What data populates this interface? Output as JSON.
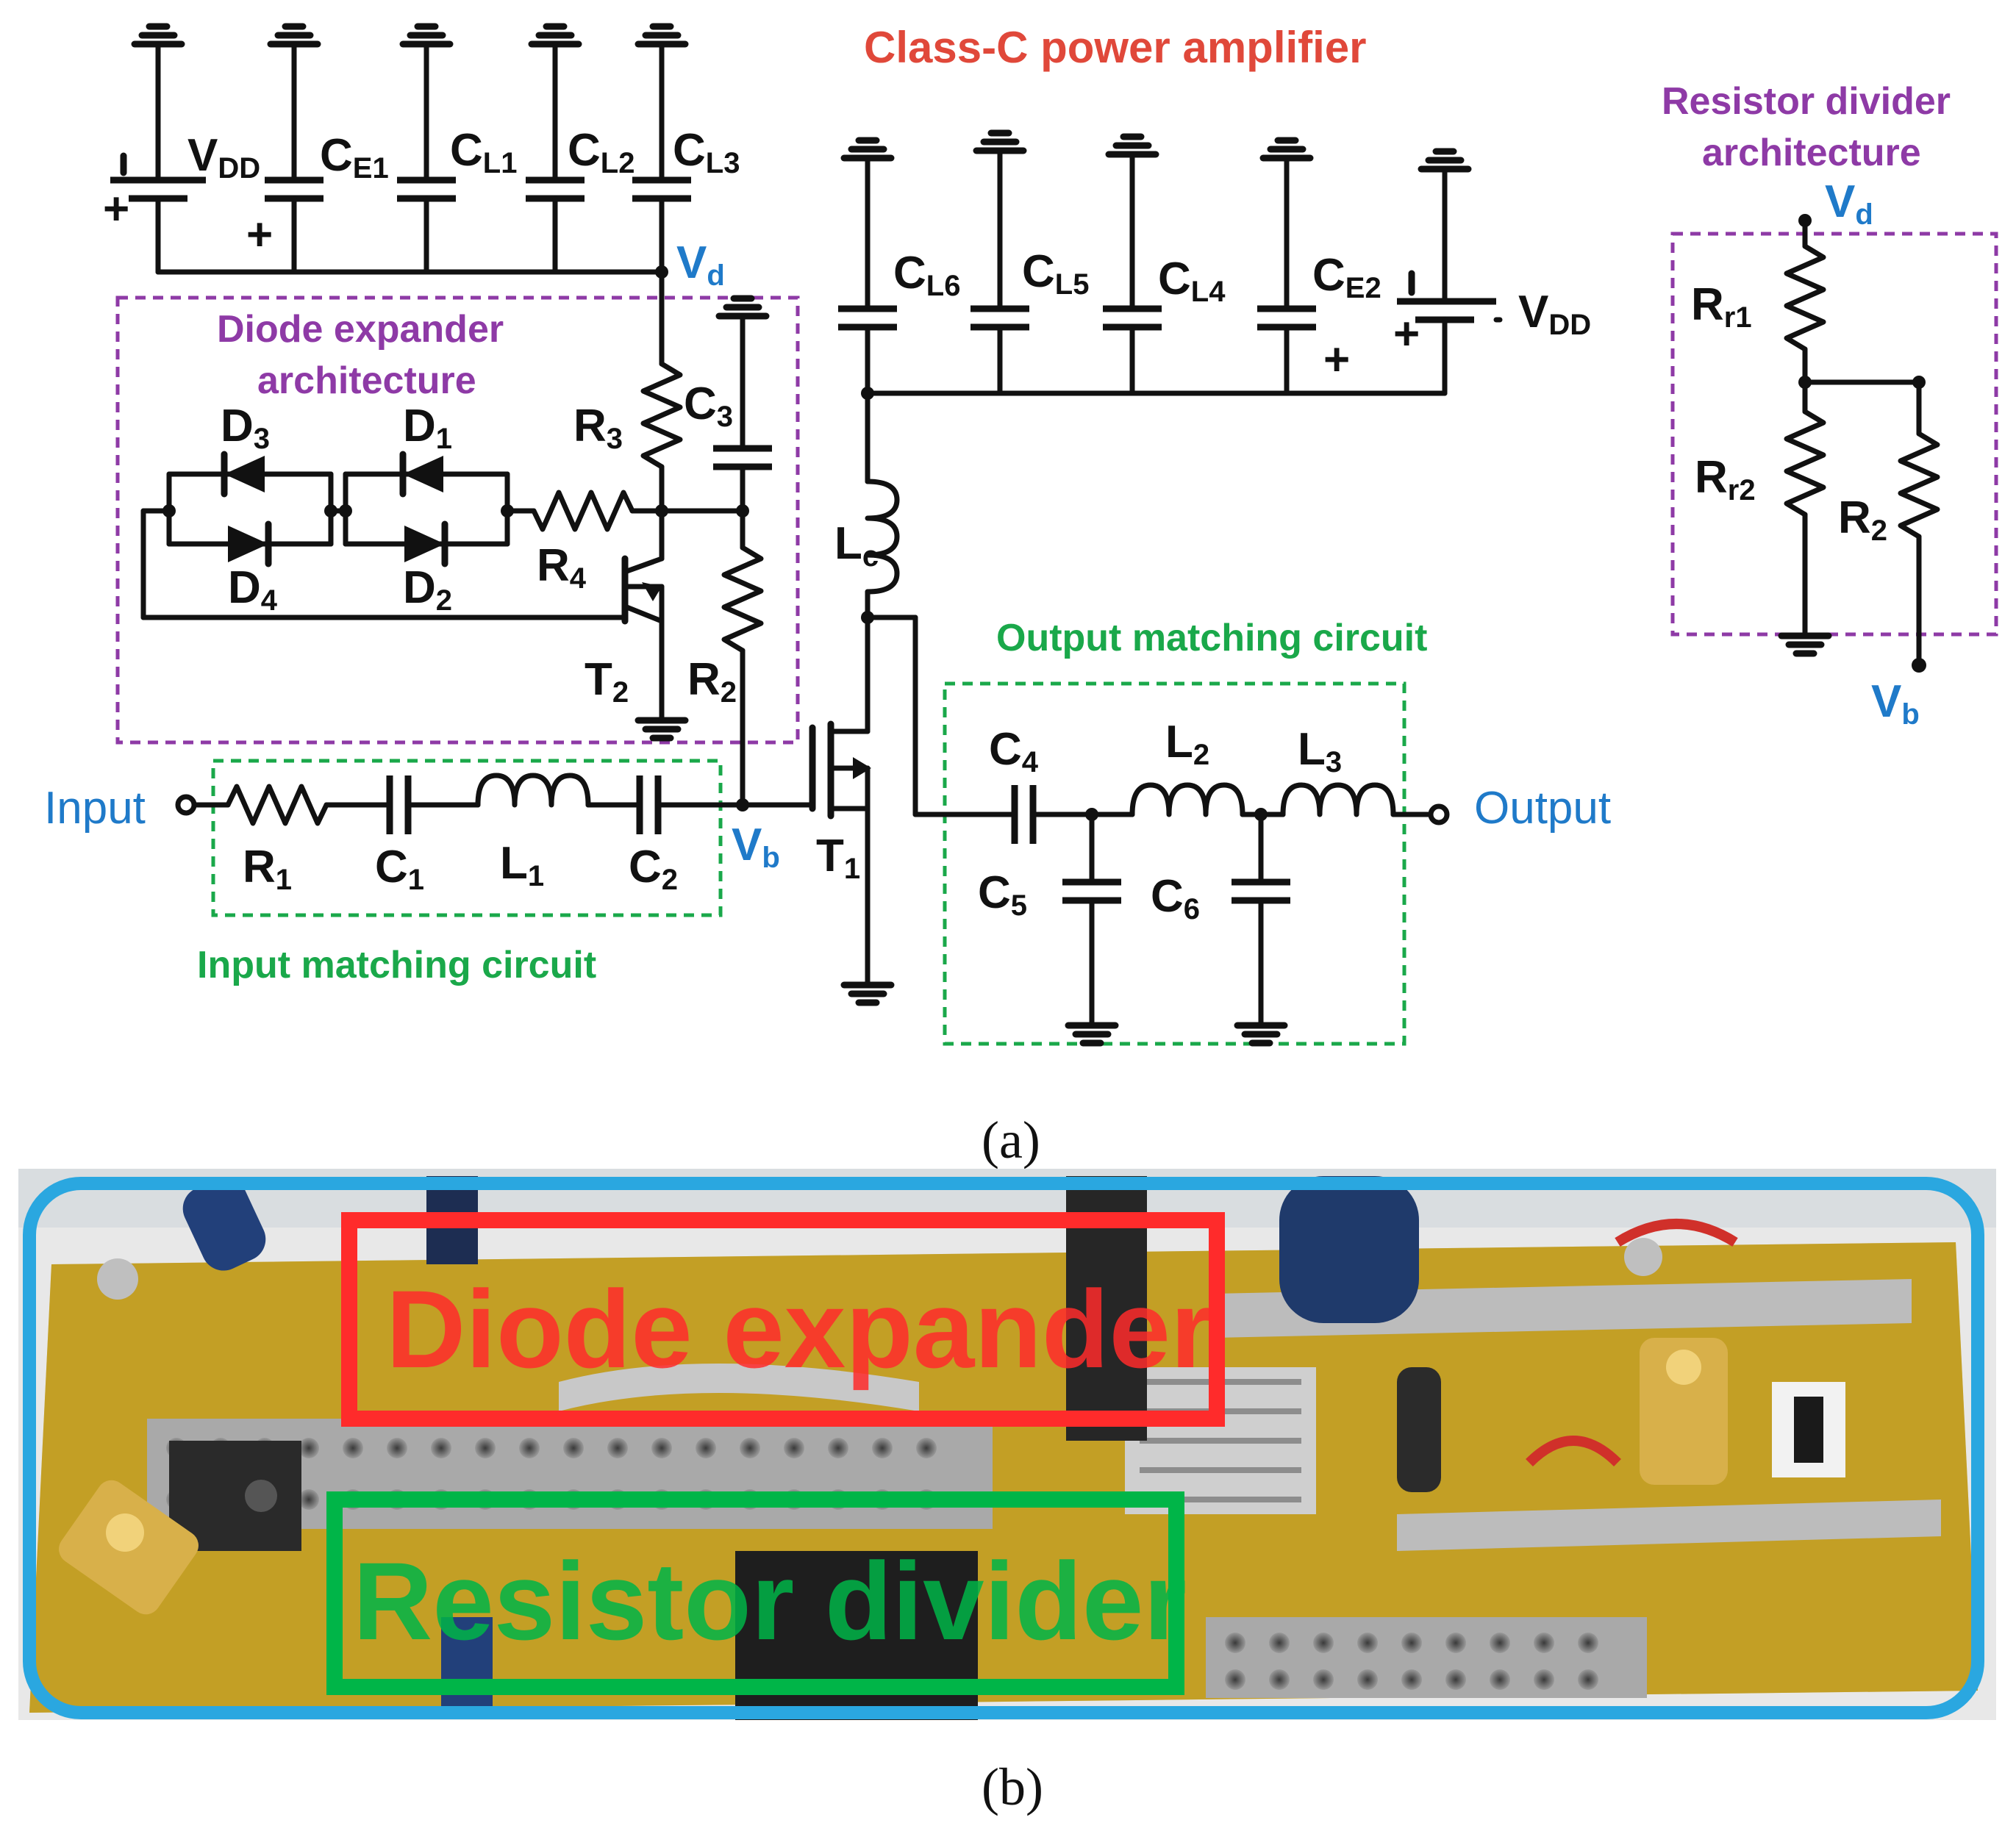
{
  "title": "Class-C power amplifier",
  "groups": {
    "diode_expander": "Diode expander architecture",
    "resistor_divider": "Resistor divider architecture",
    "output_matching": "Output matching circuit",
    "input_matching": "Input matching circuit"
  },
  "ports": {
    "input": "Input",
    "output": "Output"
  },
  "nodes": {
    "vd": "V",
    "vd_sub": "d",
    "vb": "V",
    "vb_sub": "b"
  },
  "components": {
    "VDD": "V",
    "VDD_sub": "DD",
    "CE1": "C",
    "CE1_sub": "E1",
    "CL1": "C",
    "CL1_sub": "L1",
    "CL2": "C",
    "CL2_sub": "L2",
    "CL3": "C",
    "CL3_sub": "L3",
    "CL4": "C",
    "CL4_sub": "L4",
    "CL5": "C",
    "CL5_sub": "L5",
    "CL6": "C",
    "CL6_sub": "L6",
    "CE2": "C",
    "CE2_sub": "E2",
    "D1": "D",
    "D1_sub": "1",
    "D2": "D",
    "D2_sub": "2",
    "D3": "D",
    "D3_sub": "3",
    "D4": "D",
    "D4_sub": "4",
    "R1": "R",
    "R1_sub": "1",
    "R2": "R",
    "R2_sub": "2",
    "R3": "R",
    "R3_sub": "3",
    "R4": "R",
    "R4_sub": "4",
    "Rr1": "R",
    "Rr1_sub": "r1",
    "Rr2": "R",
    "Rr2_sub": "r2",
    "C1": "C",
    "C1_sub": "1",
    "C2": "C",
    "C2_sub": "2",
    "C3": "C",
    "C3_sub": "3",
    "C4": "C",
    "C4_sub": "4",
    "C5": "C",
    "C5_sub": "5",
    "C6": "C",
    "C6_sub": "6",
    "L1": "L",
    "L1_sub": "1",
    "L2": "L",
    "L2_sub": "2",
    "L3": "L",
    "L3_sub": "3",
    "Lc": "L",
    "Lc_sub": "c",
    "T1": "T",
    "T1_sub": "1",
    "T2": "T",
    "T2_sub": "2",
    "plus": "+"
  },
  "captions": {
    "a": "(a)",
    "b": "(b)"
  },
  "photo": {
    "diode_expander": "Diode expander",
    "resistor_divider": "Resistor divider"
  },
  "colors": {
    "title_red": "#e0483a",
    "node_blue": "#1f7ac9",
    "group_purple": "#8e3aa6",
    "group_green": "#1aa84a",
    "board_outline_blue": "#2aa7e0",
    "photo_label_red": "#ff2b2b",
    "photo_label_green": "#00b548"
  }
}
